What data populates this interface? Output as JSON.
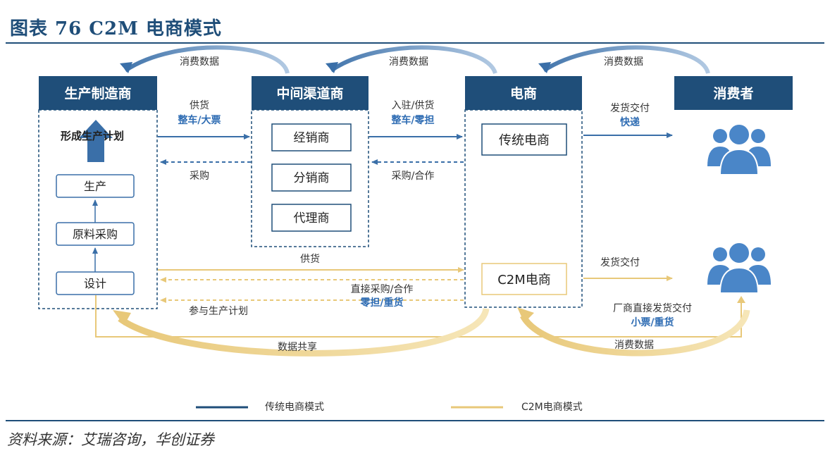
{
  "figure": {
    "title": "图表 76   C2M 电商模式",
    "source": "资料来源：艾瑞咨询，华创证券"
  },
  "nodes": {
    "manufacturer": {
      "header": "生产制造商",
      "plan": "形成生产计划",
      "steps": [
        "生产",
        "原料采购",
        "设计"
      ]
    },
    "middleman": {
      "header": "中间渠道商",
      "items": [
        "经销商",
        "分销商",
        "代理商"
      ]
    },
    "ecommerce": {
      "header": "电商",
      "traditional": "传统电商",
      "c2m": "C2M电商"
    },
    "consumer": {
      "header": "消费者"
    }
  },
  "flows": {
    "consume_data": "消费数据",
    "supply": "供货",
    "supply_bold": "整车/大票",
    "purchase": "采购",
    "settle_supply": "入驻/供货",
    "settle_supply_bold": "整车/零担",
    "purchase_coop": "采购/合作",
    "deliver": "发货交付",
    "deliver_bold": "快递",
    "c2m_supply": "供货",
    "direct_purchase": "直接采购/合作",
    "direct_purchase_bold": "零担/重货",
    "join_plan": "参与生产计划",
    "c2m_deliver": "发货交付",
    "factory_direct": "厂商直接发货交付",
    "factory_direct_bold": "小票/重货",
    "data_share": "数据共享",
    "c2m_consume_data": "消费数据"
  },
  "legend": {
    "traditional": "传统电商模式",
    "c2m": "C2M电商模式"
  },
  "colors": {
    "navy": "#1f4e79",
    "blue": "#3a6fa8",
    "light_blue": "#a9c3df",
    "gold": "#e8c879",
    "light_gold": "#f4e3b5",
    "person": "#4a86c8"
  }
}
